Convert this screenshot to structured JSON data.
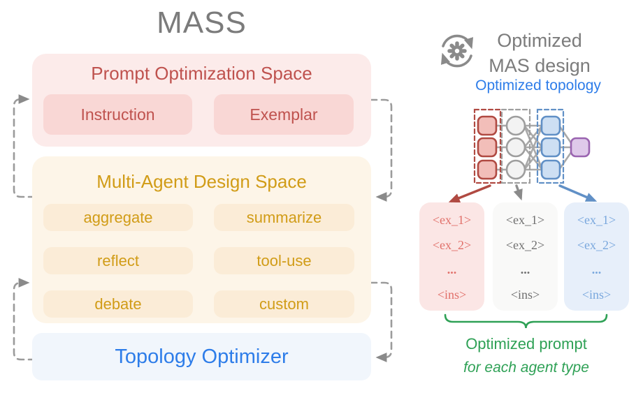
{
  "title": "MASS",
  "left_panel": {
    "prompt_space": {
      "title": "Prompt Optimization Space",
      "pills": [
        "Instruction",
        "Exemplar"
      ]
    },
    "design_space": {
      "title": "Multi-Agent Design Space",
      "pills": [
        "aggregate",
        "summarize",
        "reflect",
        "tool-use",
        "debate",
        "custom"
      ]
    },
    "topology_optimizer": {
      "title": "Topology Optimizer"
    }
  },
  "right_panel": {
    "header": {
      "line1": "Optimized",
      "line2": "MAS design",
      "icon": "gear-sync-icon"
    },
    "topology_label": "Optimized topology",
    "network": {
      "agent_columns": [
        "red-square-agents",
        "gray-circle-agents",
        "blue-square-agents"
      ],
      "nodes_per_column": 3,
      "output_node": "purple-square-output"
    },
    "prompt_boxes": [
      {
        "agent": "red",
        "rows": [
          "<ex_1>",
          "<ex_2>",
          "...",
          "<ins>"
        ]
      },
      {
        "agent": "gray",
        "rows": [
          "<ex_1>",
          "<ex_2>",
          "...",
          "<ins>"
        ]
      },
      {
        "agent": "blue",
        "rows": [
          "<ex_1>",
          "<ex_2>",
          "...",
          "<ins>"
        ]
      }
    ],
    "brace_caption": {
      "line1": "Optimized prompt",
      "line2": "for each agent type"
    }
  },
  "colors": {
    "title_gray": "#7b7b7b",
    "red_accent": "#bf524e",
    "gold_accent": "#d19c17",
    "blue_accent": "#2e7de9",
    "green_accent": "#2fa156",
    "purple_accent": "#9a64b0",
    "dash_gray": "#9b9b9b"
  }
}
